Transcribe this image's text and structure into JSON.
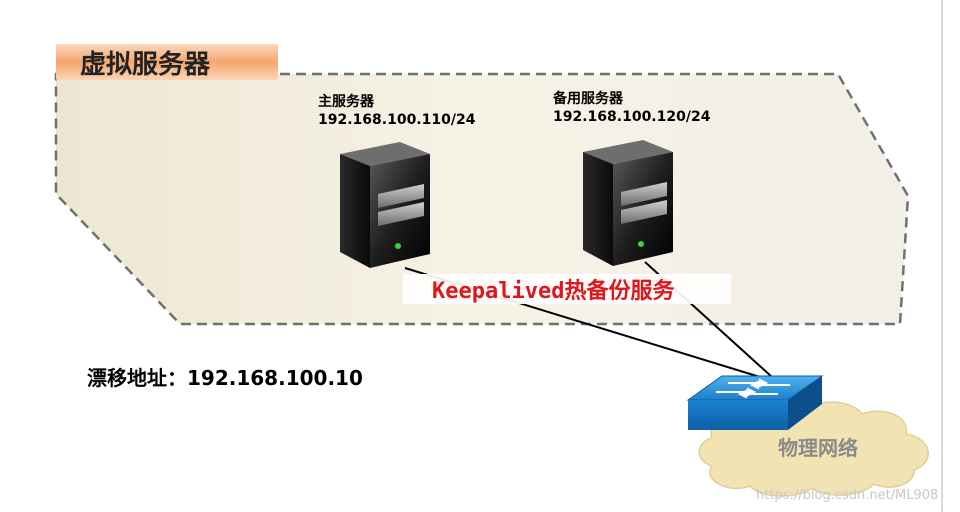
{
  "virtual_server": {
    "title": "虚拟服务器"
  },
  "primary_server": {
    "name": "主服务器",
    "ip": "192.168.100.110/24"
  },
  "backup_server": {
    "name": "备用服务器",
    "ip": "192.168.100.120/24"
  },
  "service_label": "Keepalived热备份服务",
  "floating_address": "漂移地址：192.168.100.10",
  "physical_network": "物理网络",
  "watermark": "https://blog.csdn.net/ML908",
  "colors": {
    "region_fill": "#f1ecdd",
    "region_border": "#707070",
    "title_tab": "#f6b58a",
    "service_text": "#e0161b",
    "switch": "#1e8fd8",
    "cloud": "#f1e3b2"
  }
}
